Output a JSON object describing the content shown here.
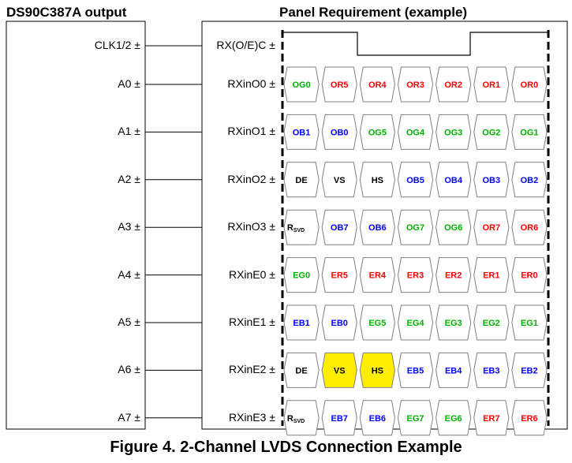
{
  "left_header": "DS90C387A output",
  "right_header": "Panel Requirement (example)",
  "clock": {
    "output": "CLK1/2 ±",
    "input": "RX(O/E)C ±"
  },
  "rows": [
    {
      "output": "A0 ±",
      "input": "RXinO0 ±",
      "cells": [
        {
          "t": "OG0",
          "c": "green"
        },
        {
          "t": "OR5",
          "c": "red"
        },
        {
          "t": "OR4",
          "c": "red"
        },
        {
          "t": "OR3",
          "c": "red"
        },
        {
          "t": "OR2",
          "c": "red"
        },
        {
          "t": "OR1",
          "c": "red"
        },
        {
          "t": "OR0",
          "c": "red"
        }
      ]
    },
    {
      "output": "A1 ±",
      "input": "RXinO1 ±",
      "cells": [
        {
          "t": "OB1",
          "c": "blue"
        },
        {
          "t": "OB0",
          "c": "blue"
        },
        {
          "t": "OG5",
          "c": "green"
        },
        {
          "t": "OG4",
          "c": "green"
        },
        {
          "t": "OG3",
          "c": "green"
        },
        {
          "t": "OG2",
          "c": "green"
        },
        {
          "t": "OG1",
          "c": "green"
        }
      ]
    },
    {
      "output": "A2 ±",
      "input": "RXinO2 ±",
      "cells": [
        {
          "t": "DE",
          "c": "black"
        },
        {
          "t": "VS",
          "c": "black"
        },
        {
          "t": "HS",
          "c": "black"
        },
        {
          "t": "OB5",
          "c": "blue"
        },
        {
          "t": "OB4",
          "c": "blue"
        },
        {
          "t": "OB3",
          "c": "blue"
        },
        {
          "t": "OB2",
          "c": "blue"
        }
      ]
    },
    {
      "output": "A3 ±",
      "input": "RXinO3 ±",
      "cells": [
        {
          "t": "R",
          "sub": "SVD",
          "c": "black"
        },
        {
          "t": "OB7",
          "c": "blue"
        },
        {
          "t": "OB6",
          "c": "blue"
        },
        {
          "t": "OG7",
          "c": "green"
        },
        {
          "t": "OG6",
          "c": "green"
        },
        {
          "t": "OR7",
          "c": "red"
        },
        {
          "t": "OR6",
          "c": "red"
        }
      ]
    },
    {
      "output": "A4 ±",
      "input": "RXinE0 ±",
      "cells": [
        {
          "t": "EG0",
          "c": "green"
        },
        {
          "t": "ER5",
          "c": "red"
        },
        {
          "t": "ER4",
          "c": "red"
        },
        {
          "t": "ER3",
          "c": "red"
        },
        {
          "t": "ER2",
          "c": "red"
        },
        {
          "t": "ER1",
          "c": "red"
        },
        {
          "t": "ER0",
          "c": "red"
        }
      ]
    },
    {
      "output": "A5 ±",
      "input": "RXinE1 ±",
      "cells": [
        {
          "t": "EB1",
          "c": "blue"
        },
        {
          "t": "EB0",
          "c": "blue"
        },
        {
          "t": "EG5",
          "c": "green"
        },
        {
          "t": "EG4",
          "c": "green"
        },
        {
          "t": "EG3",
          "c": "green"
        },
        {
          "t": "EG2",
          "c": "green"
        },
        {
          "t": "EG1",
          "c": "green"
        }
      ]
    },
    {
      "output": "A6 ±",
      "input": "RXinE2 ±",
      "cells": [
        {
          "t": "DE",
          "c": "black"
        },
        {
          "t": "VS",
          "c": "black",
          "hl": true
        },
        {
          "t": "HS",
          "c": "black",
          "hl": true
        },
        {
          "t": "EB5",
          "c": "blue"
        },
        {
          "t": "EB4",
          "c": "blue"
        },
        {
          "t": "EB3",
          "c": "blue"
        },
        {
          "t": "EB2",
          "c": "blue"
        }
      ]
    },
    {
      "output": "A7 ±",
      "input": "RXinE3 ±",
      "cells": [
        {
          "t": "R",
          "sub": "SVD",
          "c": "black"
        },
        {
          "t": "EB7",
          "c": "blue"
        },
        {
          "t": "EB6",
          "c": "blue"
        },
        {
          "t": "EG7",
          "c": "green"
        },
        {
          "t": "EG6",
          "c": "green"
        },
        {
          "t": "ER7",
          "c": "red"
        },
        {
          "t": "ER6",
          "c": "red"
        }
      ]
    }
  ],
  "caption": "Figure 4.  2-Channel LVDS Connection Example",
  "colors": {
    "red": "#ff0000",
    "green": "#00b000",
    "blue": "#0000ff",
    "black": "#000000",
    "highlight": "#ffee00",
    "cell_border": "#808080"
  }
}
